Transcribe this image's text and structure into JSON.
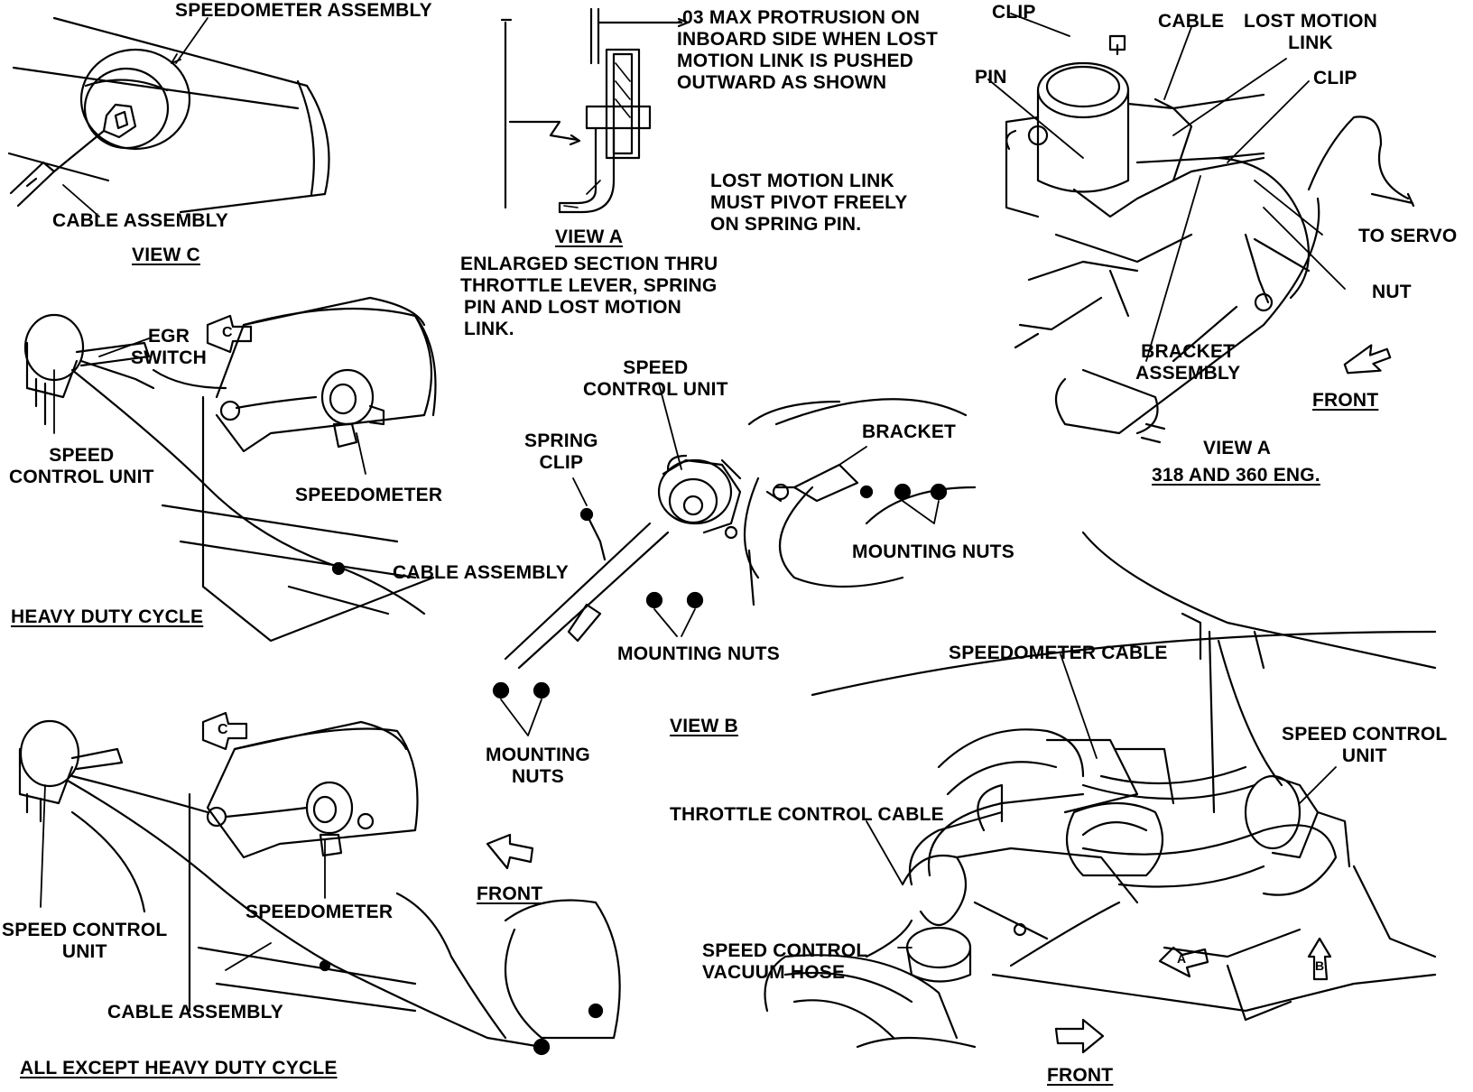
{
  "labels": {
    "speedometer_assembly": "SPEEDOMETER ASSEMBLY",
    "cable_assembly_c": "CABLE ASSEMBLY",
    "view_c": "VIEW C",
    "protrusion_note": [
      ".03 MAX PROTRUSION ON",
      "INBOARD SIDE WHEN LOST",
      "MOTION LINK IS PUSHED",
      "OUTWARD AS SHOWN"
    ],
    "pivot_note": [
      "LOST MOTION LINK",
      "MUST PIVOT FREELY",
      "ON SPRING PIN."
    ],
    "view_a_mid": "VIEW A",
    "enlarged_section": [
      "ENLARGED SECTION THRU",
      "THROTTLE LEVER, SPRING",
      "PIN AND LOST MOTION",
      "LINK."
    ],
    "clip_top": "CLIP",
    "cable_top": "CABLE",
    "lost_motion_link": [
      "LOST MOTION",
      "LINK"
    ],
    "pin": "PIN",
    "clip_right": "CLIP",
    "to_servo": "TO SERVO",
    "nut": "NUT",
    "bracket_assembly": [
      "BRACKET",
      "ASSEMBLY"
    ],
    "front_a": "FRONT",
    "view_a_right": "VIEW A",
    "engine_note": "318 AND 360 ENG.",
    "egr_switch": [
      "EGR",
      "SWITCH"
    ],
    "speed_control_unit_hd": [
      "SPEED",
      "CONTROL UNIT"
    ],
    "speedometer_hd": "SPEEDOMETER",
    "cable_assembly_hd": "CABLE ASSEMBLY",
    "heavy_duty_cycle": "HEAVY DUTY CYCLE",
    "speed_control_unit_b": [
      "SPEED",
      "CONTROL UNIT"
    ],
    "spring_clip": [
      "SPRING",
      "CLIP"
    ],
    "bracket_b": "BRACKET",
    "mounting_nuts_right": "MOUNTING NUTS",
    "mounting_nuts_center": "MOUNTING NUTS",
    "mounting_nuts_left": [
      "MOUNTING",
      "NUTS"
    ],
    "view_b": "VIEW B",
    "speedometer_cable": "SPEEDOMETER CABLE",
    "speed_control_unit_engine": [
      "SPEED CONTROL",
      "UNIT"
    ],
    "throttle_control_cable": "THROTTLE CONTROL CABLE",
    "speed_control_vacuum_hose": [
      "SPEED CONTROL",
      "VACUUM HOSE"
    ],
    "front_engine": "FRONT",
    "speed_control_unit_all": [
      "SPEED CONTROL",
      "UNIT"
    ],
    "speedometer_all": "SPEEDOMETER",
    "cable_assembly_all": "CABLE ASSEMBLY",
    "front_all": "FRONT",
    "all_except_heavy_duty": "ALL EXCEPT HEAVY DUTY CYCLE",
    "callout_c": "C",
    "callout_a": "A",
    "callout_b": "B"
  },
  "colors": {
    "ink": "#000000",
    "paper": "#ffffff"
  }
}
